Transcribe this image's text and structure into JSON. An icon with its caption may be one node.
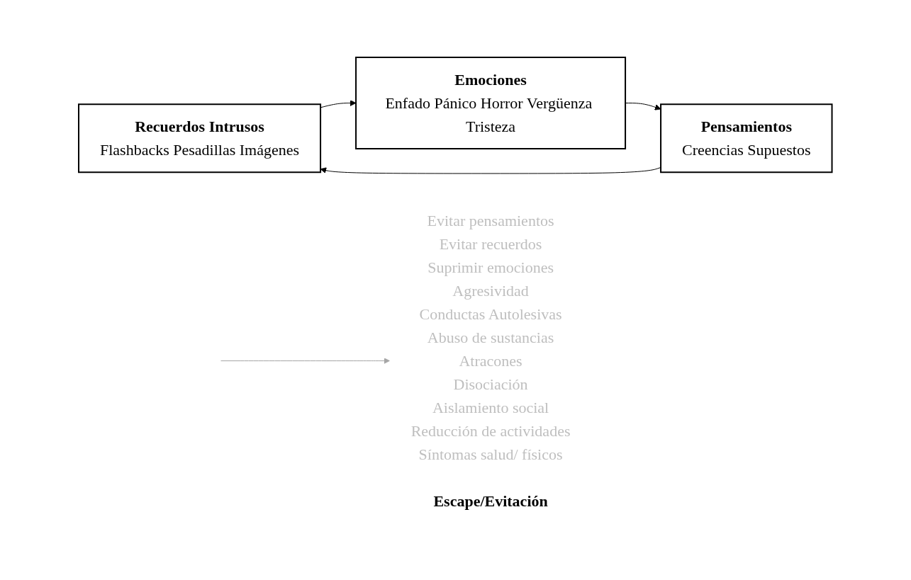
{
  "diagram": {
    "nodes": [
      {
        "text": [
          "Recuerdos Intrusos",
          "Flashbacks Pesadillas Imágenes"
        ]
      },
      {
        "text": [
          "Emociones",
          "Enfado Pánico Horror Vergüenza Tristeza"
        ]
      },
      {
        "text": [
          "Pensamientos",
          "Creencias Supuestos"
        ]
      },
      {
        "text": [
          "Evitar pensamientos",
          "Evitar recuerdos",
          "Suprimir emociones",
          "Agresividad",
          "Conductas Autolesivas",
          "Abuso de sustancias",
          "Atracones",
          "Disociación",
          "Aislamiento social",
          "Reducción de actividades",
          "Síntomas salud/ físicos",
          "Escape/Evitación"
        ]
      }
    ],
    "edges": [
      {
        "from": 0,
        "to": 1,
        "arrow": "to"
      },
      {
        "from": 1,
        "to": 2,
        "arrow": "to"
      },
      {
        "from": 2,
        "to": 0,
        "arrow": "to"
      },
      {
        "from": null,
        "to": 3,
        "arrow": "to",
        "color": "#a6a6a6"
      }
    ]
  }
}
